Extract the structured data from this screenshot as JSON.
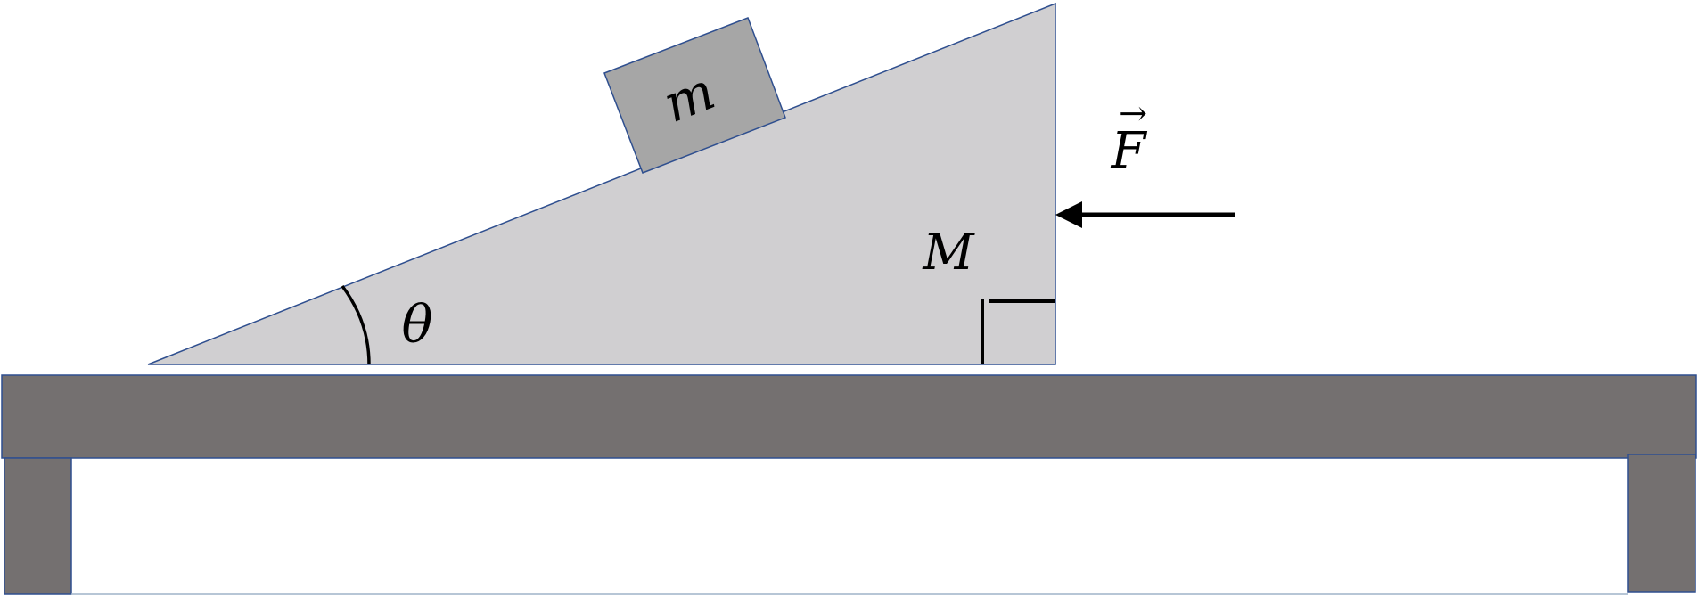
{
  "labels": {
    "block_mass": "m",
    "wedge_mass": "M",
    "angle": "θ",
    "force": "F",
    "force_vector_mark": "→"
  },
  "colors": {
    "wedge_fill": "#d0cfd1",
    "block_fill": "#a6a6a6",
    "table_fill": "#747070",
    "outline": "#2f4f8f",
    "ink": "#000000"
  }
}
